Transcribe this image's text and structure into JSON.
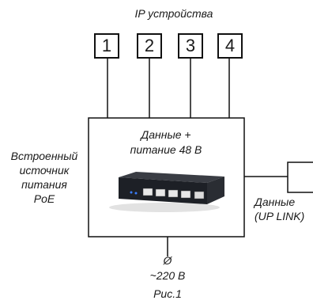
{
  "title": "IP устройства",
  "devices": [
    "1",
    "2",
    "3",
    "4"
  ],
  "switch_label_line1": "Данные +",
  "switch_label_line2": "питание 48 В",
  "poe_label": [
    "Встроенный",
    "источник",
    "питания",
    "PoE"
  ],
  "uplink_label": [
    "Данные",
    "(UP LINK)"
  ],
  "power_symbol": "Ø",
  "power_label": "~220 В",
  "caption": "Рис.1"
}
